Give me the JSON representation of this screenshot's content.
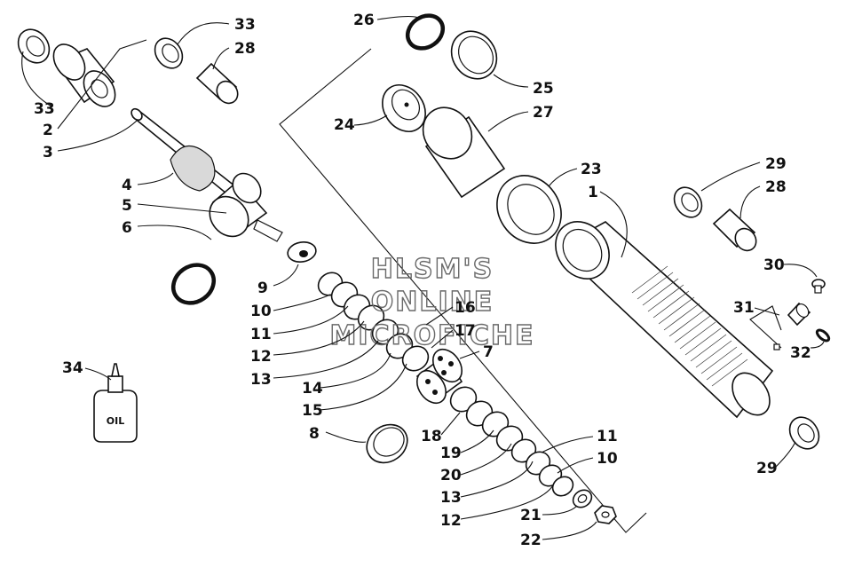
{
  "watermark": {
    "lines": [
      "HLSM'S",
      "ONLINE",
      "MICROFICHE"
    ]
  },
  "parts": {
    "p1": "1",
    "p2": "2",
    "p3": "3",
    "p4": "4",
    "p5": "5",
    "p6": "6",
    "p7": "7",
    "p8": "8",
    "p9": "9",
    "p10a": "10",
    "p10b": "10",
    "p11a": "11",
    "p11b": "11",
    "p12a": "12",
    "p12b": "12",
    "p13a": "13",
    "p13b": "13",
    "p14": "14",
    "p15": "15",
    "p16": "16",
    "p17": "17",
    "p18": "18",
    "p19": "19",
    "p20": "20",
    "p21": "21",
    "p22": "22",
    "p23": "23",
    "p24": "24",
    "p25": "25",
    "p26": "26",
    "p27": "27",
    "p28a": "28",
    "p28b": "28",
    "p29a": "29",
    "p29b": "29",
    "p30": "30",
    "p31": "31",
    "p32": "32",
    "p33a": "33",
    "p33b": "33",
    "p34": "34"
  },
  "oil_bottle_label": "OIL"
}
